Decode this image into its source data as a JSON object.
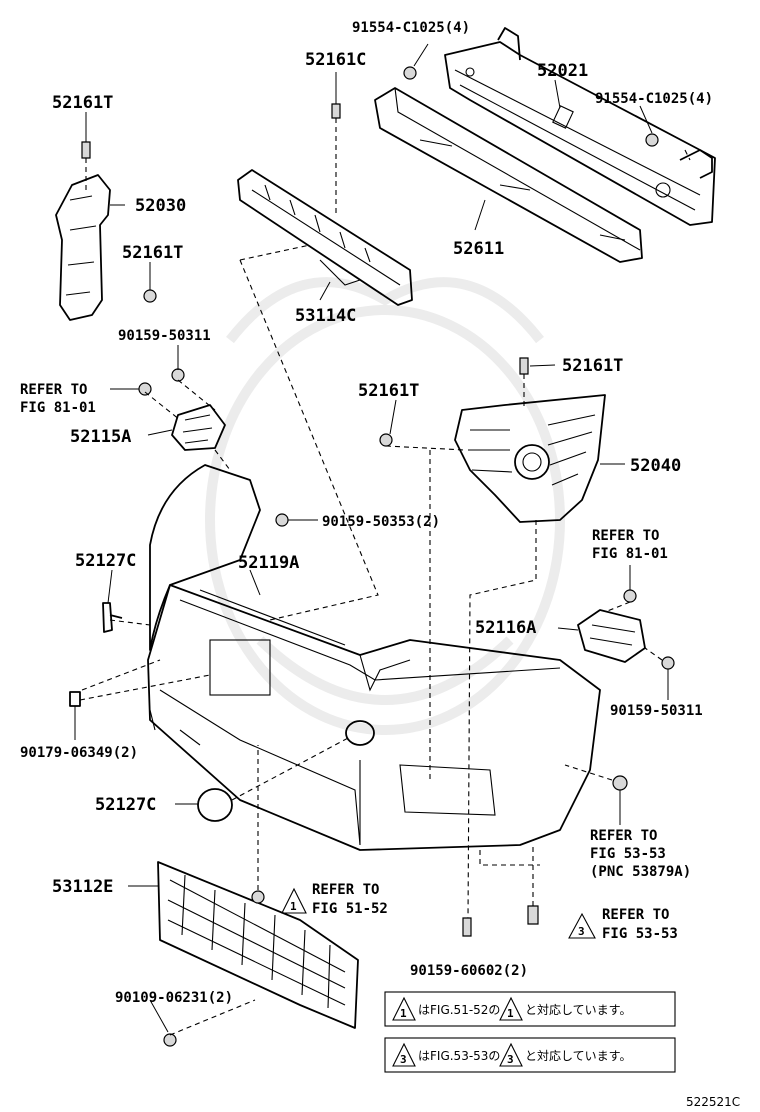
{
  "labels": {
    "c1025_top": "91554-C1025(4)",
    "c1025_right": "91554-C1025(4)",
    "p52161c": "52161C",
    "p52021": "52021",
    "p52161t_a": "52161T",
    "p52030": "52030",
    "p52161t_b": "52161T",
    "p52611": "52611",
    "p53114c": "53114C",
    "p90159_50311_a": "90159-50311",
    "refer_8101_a1": "REFER TO",
    "refer_8101_a2": "FIG 81-01",
    "p52115a": "52115A",
    "p52161t_c": "52161T",
    "p52161t_d": "52161T",
    "p52040": "52040",
    "p90159_50353": "90159-50353(2)",
    "p52127c_a": "52127C",
    "p52119a": "52119A",
    "refer_8101_b1": "REFER TO",
    "refer_8101_b2": "FIG 81-01",
    "p52116a": "52116A",
    "p90159_50311_b": "90159-50311",
    "p90179": "90179-06349(2)",
    "p52127c_b": "52127C",
    "refer_5353_a1": "REFER TO",
    "refer_5353_a2": "FIG 53-53",
    "refer_5353_a3": "(PNC 53879A)",
    "p53112e": "53112E",
    "refer_5152_1": "REFER TO",
    "refer_5152_2": "FIG 51-52",
    "refer_5353_b1": "REFER TO",
    "refer_5353_b2": "FIG 53-53",
    "p90159_60602": "90159-60602(2)",
    "p90109": "90109-06231(2)",
    "tri1": "1",
    "tri3": "3",
    "note1_a": "はFIG.51-52の",
    "note1_b": "と対応しています。",
    "note3_a": "はFIG.53-53の",
    "note3_b": "と対応しています。",
    "code": "522521C"
  }
}
